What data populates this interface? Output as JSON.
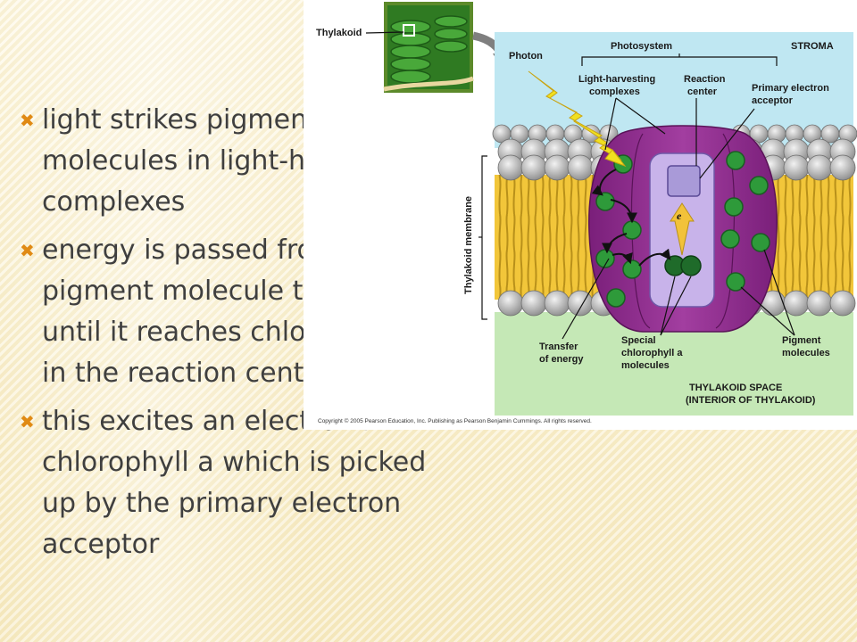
{
  "bullets": [
    "light strikes pigment molecules in light-harvesting complexes",
    "energy is passed from one pigment molecule to another until it reaches chlorophyll a in the reaction center",
    "this excites an electron in chlorophyll a which is picked up by the primary electron acceptor"
  ],
  "bullet_icon": "x-mark-icon",
  "bullet_color": "#e08a14",
  "figure": {
    "thylakoid_label": "Thylakoid",
    "photosystem_label": "Photosystem",
    "stroma_label": "STROMA",
    "photon_label": "Photon",
    "light_harvesting_line1": "Light-harvesting",
    "light_harvesting_line2": "complexes",
    "reaction_center_line1": "Reaction",
    "reaction_center_line2": "center",
    "primary_acceptor_line1": "Primary electron",
    "primary_acceptor_line2": "acceptor",
    "membrane_label": "Thylakoid membrane",
    "electron_label": "e",
    "transfer_line1": "Transfer",
    "transfer_line2": "of energy",
    "special_line1": "Special",
    "special_line2": "chlorophyll a",
    "special_line3": "molecules",
    "pigment_line1": "Pigment",
    "pigment_line2": "molecules",
    "space_line1": "THYLAKOID SPACE",
    "space_line2": "(INTERIOR OF THYLAKOID)",
    "copyright": "Copyright © 2005 Pearson Education, Inc. Publishing as Pearson Benjamin Cummings. All rights reserved."
  },
  "colors": {
    "stroma": "#bfe7f2",
    "thylakoid_space": "#c5e8b6",
    "complex": "#93308e",
    "reaction_center": "#c8b3ea",
    "pigment": "#2e9a3a",
    "photon": "#f0e020"
  }
}
